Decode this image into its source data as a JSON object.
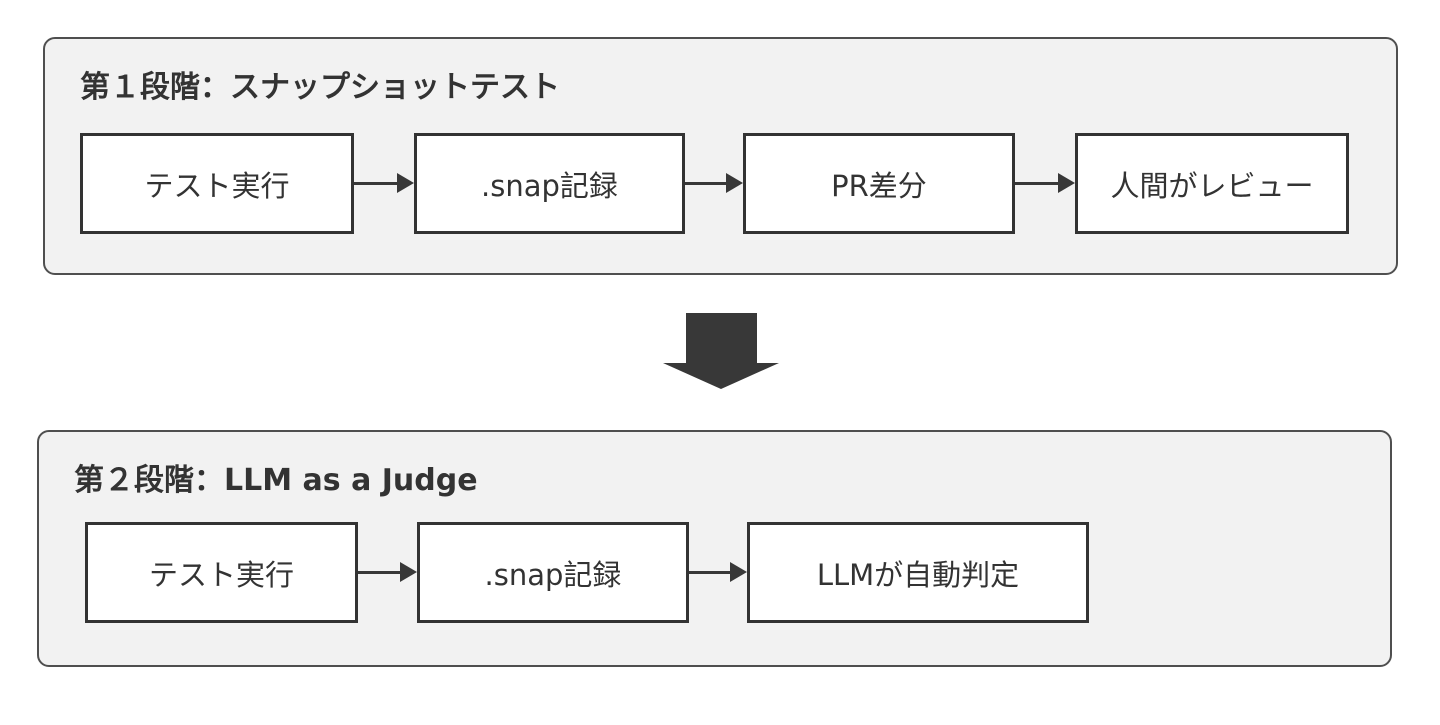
{
  "diagram": {
    "stage1": {
      "title": "第１段階：スナップショットテスト",
      "steps": [
        {
          "label": "テスト実行"
        },
        {
          "label": ".snap記録"
        },
        {
          "label": "PR差分"
        },
        {
          "label": "人間がレビュー"
        }
      ]
    },
    "stage2": {
      "title": "第２段階：LLM as a Judge",
      "steps": [
        {
          "label": "テスト実行"
        },
        {
          "label": ".snap記録"
        },
        {
          "label": "LLMが自動判定"
        }
      ]
    },
    "colors": {
      "panel_fill": "#f2f2f2",
      "panel_border": "#4f4f4f",
      "node_fill": "#ffffff",
      "node_border": "#333333",
      "text": "#333333",
      "arrow": "#383838"
    }
  }
}
